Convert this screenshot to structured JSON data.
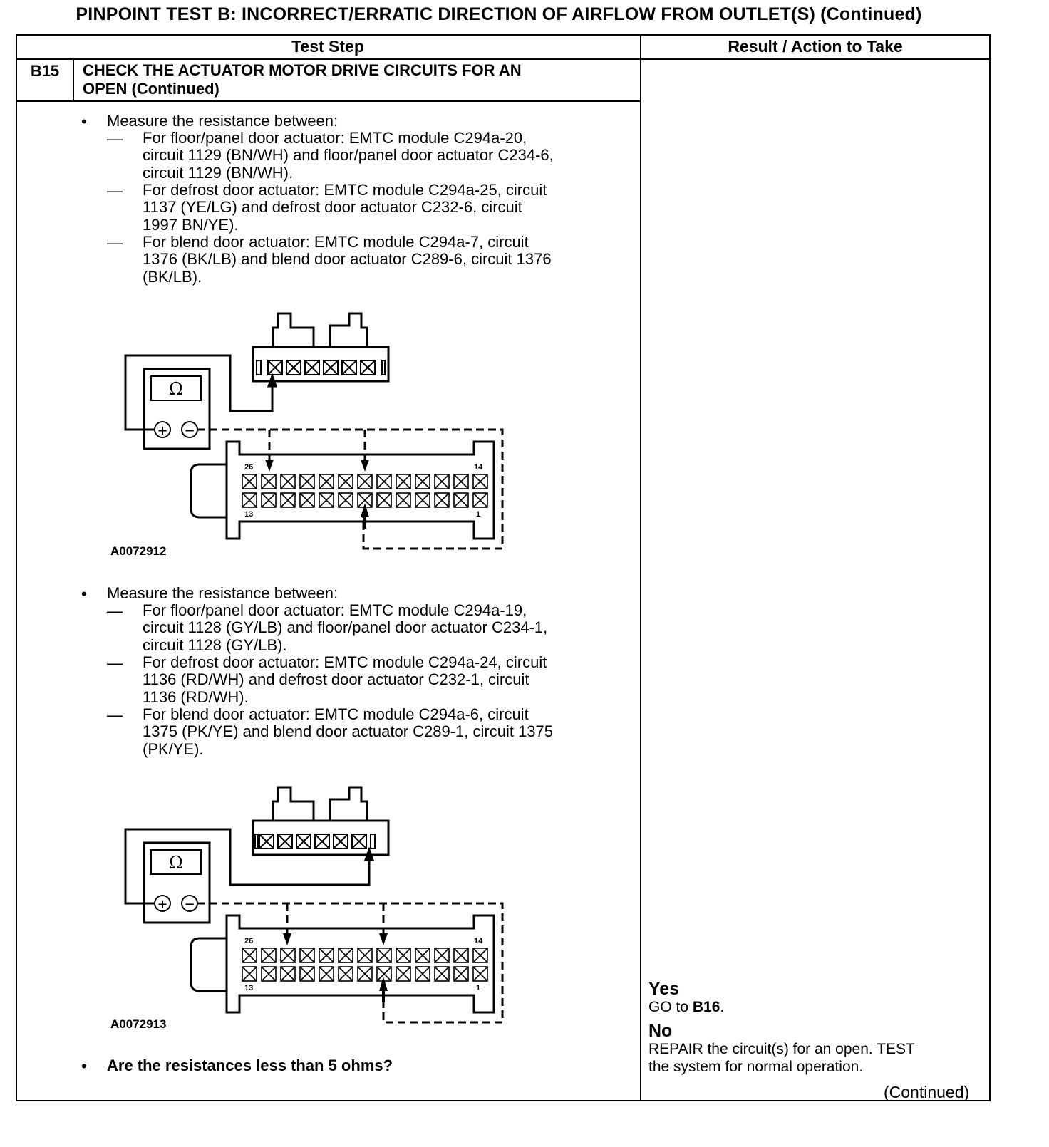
{
  "page": {
    "title": "PINPOINT TEST  B: INCORRECT/ERRATIC DIRECTION OF AIRFLOW FROM OUTLET(S) (Continued)",
    "continued": "(Continued)"
  },
  "table": {
    "col_test_step": "Test Step",
    "col_result": "Result / Action to Take"
  },
  "step": {
    "id": "B15",
    "title_line1": "CHECK THE ACTUATOR MOTOR DRIVE CIRCUITS FOR AN",
    "title_line2": "OPEN (Continued)"
  },
  "block1": {
    "bullet": "•",
    "intro": "Measure the resistance between:",
    "items": [
      {
        "dash": "—",
        "lines": [
          "For floor/panel door actuator: EMTC module C294a-20,",
          "circuit 1129 (BN/WH) and floor/panel door actuator C234-6,",
          "circuit 1129 (BN/WH)."
        ]
      },
      {
        "dash": "—",
        "lines": [
          "For defrost door actuator: EMTC module C294a-25, circuit",
          "1137 (YE/LG) and defrost door actuator C232-6, circuit",
          "1997 BN/YE)."
        ]
      },
      {
        "dash": "—",
        "lines": [
          "For blend door actuator: EMTC module C294a-7, circuit",
          "1376 (BK/LB) and blend door actuator C289-6, circuit 1376",
          "(BK/LB)."
        ]
      }
    ],
    "figure_id": "A0072912"
  },
  "block2": {
    "bullet": "•",
    "intro": "Measure the resistance between:",
    "items": [
      {
        "dash": "—",
        "lines": [
          "For floor/panel door actuator: EMTC module C294a-19,",
          "circuit 1128 (GY/LB) and floor/panel door actuator C234-1,",
          "circuit 1128 (GY/LB)."
        ]
      },
      {
        "dash": "—",
        "lines": [
          "For defrost door actuator: EMTC module C294a-24, circuit",
          "1136 (RD/WH) and defrost door actuator C232-1, circuit",
          "1136 (RD/WH)."
        ]
      },
      {
        "dash": "—",
        "lines": [
          "For blend door actuator: EMTC module C294a-6, circuit",
          "1375 (PK/YE) and blend door actuator C289-1, circuit 1375",
          "(PK/YE)."
        ]
      }
    ],
    "figure_id": "A0072913"
  },
  "question": {
    "bullet": "•",
    "text": "Are the resistances less than 5 ohms?"
  },
  "meter": {
    "symbol": "Ω",
    "plus": "+",
    "minus": "−"
  },
  "connector_labels": {
    "top_left": "26",
    "top_right": "14",
    "bottom_left": "13",
    "bottom_right": "1"
  },
  "results": {
    "yes_label": "Yes",
    "yes_action_prefix": "GO to ",
    "yes_action_target": "B16",
    "yes_action_suffix": ".",
    "no_label": "No",
    "no_action_line1": "REPAIR the circuit(s) for an open. TEST",
    "no_action_line2": "the system for normal operation."
  }
}
